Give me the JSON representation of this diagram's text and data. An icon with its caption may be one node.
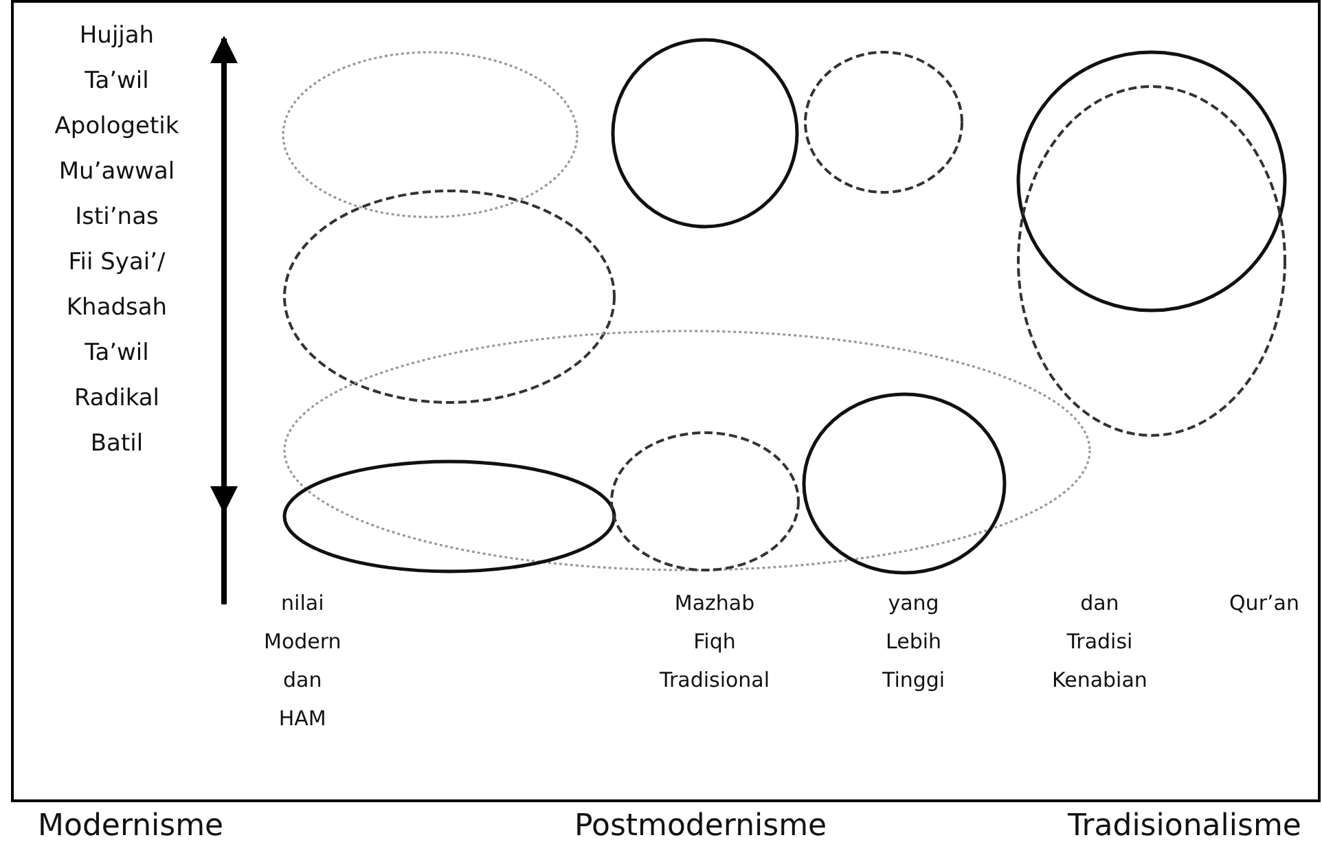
{
  "diagram": {
    "labels": [
      "Hujjah",
      "Ta’wil Apologetik",
      "Mu’awwal",
      "Isti’nas",
      "Fii Syai’/ Khadsah",
      "Ta’wil Radikal",
      "Batil",
      "nilai Modern dan HAM",
      "Mazhab Fiqh Tradisional",
      "yang Lebih Tinggi",
      "dan Tradisi Kenabian",
      "Qur’an",
      "Modernisme",
      "Postmodernisme",
      "Tradisionalisme"
    ]
  }
}
